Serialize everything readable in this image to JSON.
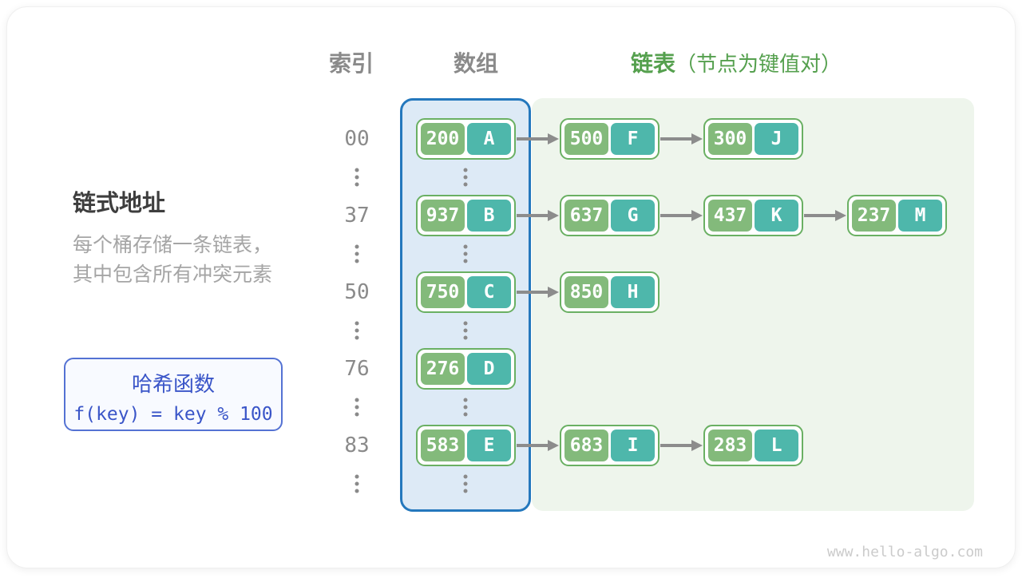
{
  "header": {
    "index_label": "索引",
    "array_label": "数组",
    "list_label": "链表",
    "list_note": "（节点为键值对）"
  },
  "left_panel": {
    "title": "链式地址",
    "description_lines": [
      "每个桶存储一条链表，",
      "其中包含所有冲突元素"
    ],
    "hash_box": {
      "title": "哈希函数",
      "formula": "f(key) = key % 100"
    }
  },
  "rows": [
    {
      "index": "00",
      "nodes": [
        {
          "key": "200",
          "value": "A"
        },
        {
          "key": "500",
          "value": "F"
        },
        {
          "key": "300",
          "value": "J"
        }
      ]
    },
    {
      "index": "37",
      "nodes": [
        {
          "key": "937",
          "value": "B"
        },
        {
          "key": "637",
          "value": "G"
        },
        {
          "key": "437",
          "value": "K"
        },
        {
          "key": "237",
          "value": "M"
        }
      ]
    },
    {
      "index": "50",
      "nodes": [
        {
          "key": "750",
          "value": "C"
        },
        {
          "key": "850",
          "value": "H"
        }
      ]
    },
    {
      "index": "76",
      "nodes": [
        {
          "key": "276",
          "value": "D"
        }
      ]
    },
    {
      "index": "83",
      "nodes": [
        {
          "key": "583",
          "value": "E"
        },
        {
          "key": "683",
          "value": "I"
        },
        {
          "key": "283",
          "value": "L"
        }
      ]
    }
  ],
  "watermark": "www.hello-algo.com",
  "colors": {
    "array_border": "#2478bd",
    "array_bg": "#ddeaf6",
    "list_bg": "#eef5ec",
    "node_border": "#6ab063",
    "key_bg": "#83ba7b",
    "val_bg": "#4eb7ab",
    "green_header": "#55a04e",
    "gray_text": "#8a8a8a",
    "arrow": "#8c8c8c",
    "hash_border": "#5472d3",
    "hash_text": "#3a55c8"
  }
}
